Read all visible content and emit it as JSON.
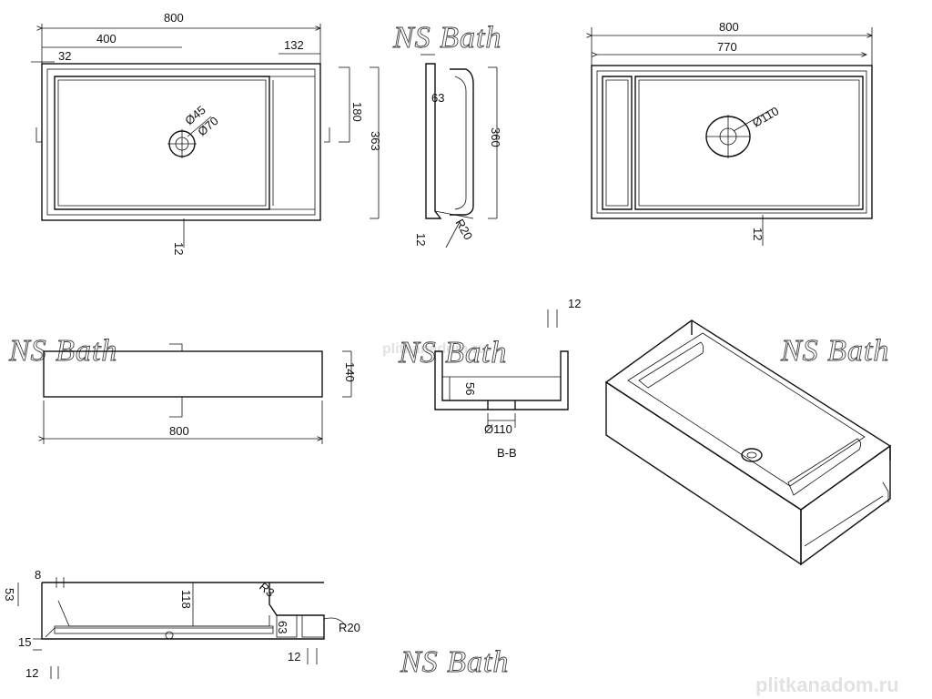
{
  "brand": {
    "logo_text": "NS Bath",
    "watermark_top": "plitkanadom.ru",
    "watermark_bottom": "plitkanadom.ru"
  },
  "top_view_left": {
    "overall_width": "800",
    "half_width": "400",
    "offset_left": "32",
    "shelf_width": "132",
    "drain_d1": "Ø45",
    "drain_d2": "Ø70",
    "height_half": "180",
    "height_total": "363",
    "bottom_dim": "12"
  },
  "side_view": {
    "inner": "63",
    "height": "360",
    "radius": "R20",
    "bottom_dim": "12"
  },
  "top_view_right": {
    "overall_width": "800",
    "inner_width": "770",
    "drain_d": "Ø110",
    "bottom_dim": "12"
  },
  "front_view": {
    "width": "800",
    "height": "140"
  },
  "cross_section": {
    "top_dim": "12",
    "height_dim": "56",
    "drain_d": "Ø110",
    "section_mark": "B-B"
  },
  "long_section": {
    "wall": "8",
    "rim": "53",
    "depth": "118",
    "radius1": "R3",
    "radius2": "R20",
    "side_dim": "63",
    "base": "15",
    "foot_left": "12",
    "foot_right": "12"
  }
}
